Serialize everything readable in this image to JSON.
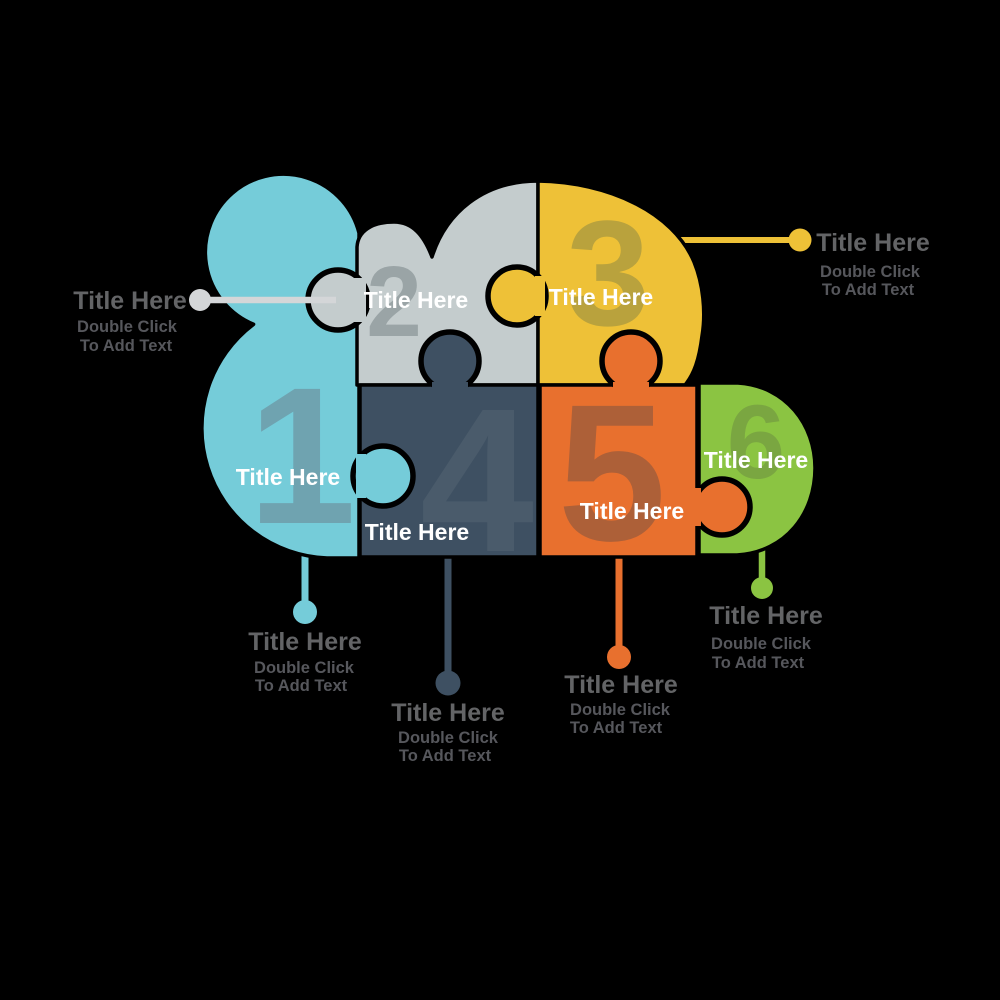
{
  "background": "#000000",
  "outline_color": "#000000",
  "pieces": [
    {
      "number": "1",
      "title": "Title Here",
      "color": "#75ccd9",
      "number_color": "#6fa3b0"
    },
    {
      "number": "2",
      "title": "Title Here",
      "color": "#c4cccd",
      "number_color": "#9aa4a6"
    },
    {
      "number": "3",
      "title": "Title Here",
      "color": "#eec137",
      "number_color": "#b9a23d"
    },
    {
      "number": "4",
      "title": "Title Here",
      "color": "#3e5062",
      "number_color": "#4a5b6b"
    },
    {
      "number": "5",
      "title": "Title Here",
      "color": "#e8702e",
      "number_color": "#ad6038"
    },
    {
      "number": "6",
      "title": "Title Here",
      "color": "#8bc442",
      "number_color": "#7aa641"
    }
  ],
  "callouts": [
    {
      "for_piece": "2",
      "title": "Title Here",
      "line1": "Double Click",
      "line2": "To Add Text",
      "accent": "#d4d6d8"
    },
    {
      "for_piece": "3",
      "title": "Title Here",
      "line1": "Double Click",
      "line2": "To Add Text",
      "accent": "#eec137"
    },
    {
      "for_piece": "1",
      "title": "Title Here",
      "line1": "Double Click",
      "line2": "To Add Text",
      "accent": "#75ccd9"
    },
    {
      "for_piece": "4",
      "title": "Title Here",
      "line1": "Double Click",
      "line2": "To Add Text",
      "accent": "#3e5062"
    },
    {
      "for_piece": "5",
      "title": "Title Here",
      "line1": "Double Click",
      "line2": "To Add Text",
      "accent": "#e8702e"
    },
    {
      "for_piece": "6",
      "title": "Title Here",
      "line1": "Double Click",
      "line2": "To Add Text",
      "accent": "#8bc442"
    }
  ],
  "text_colors": {
    "piece_title": "#ffffff",
    "callout_title": "#636466",
    "callout_sub": "#56575c"
  }
}
